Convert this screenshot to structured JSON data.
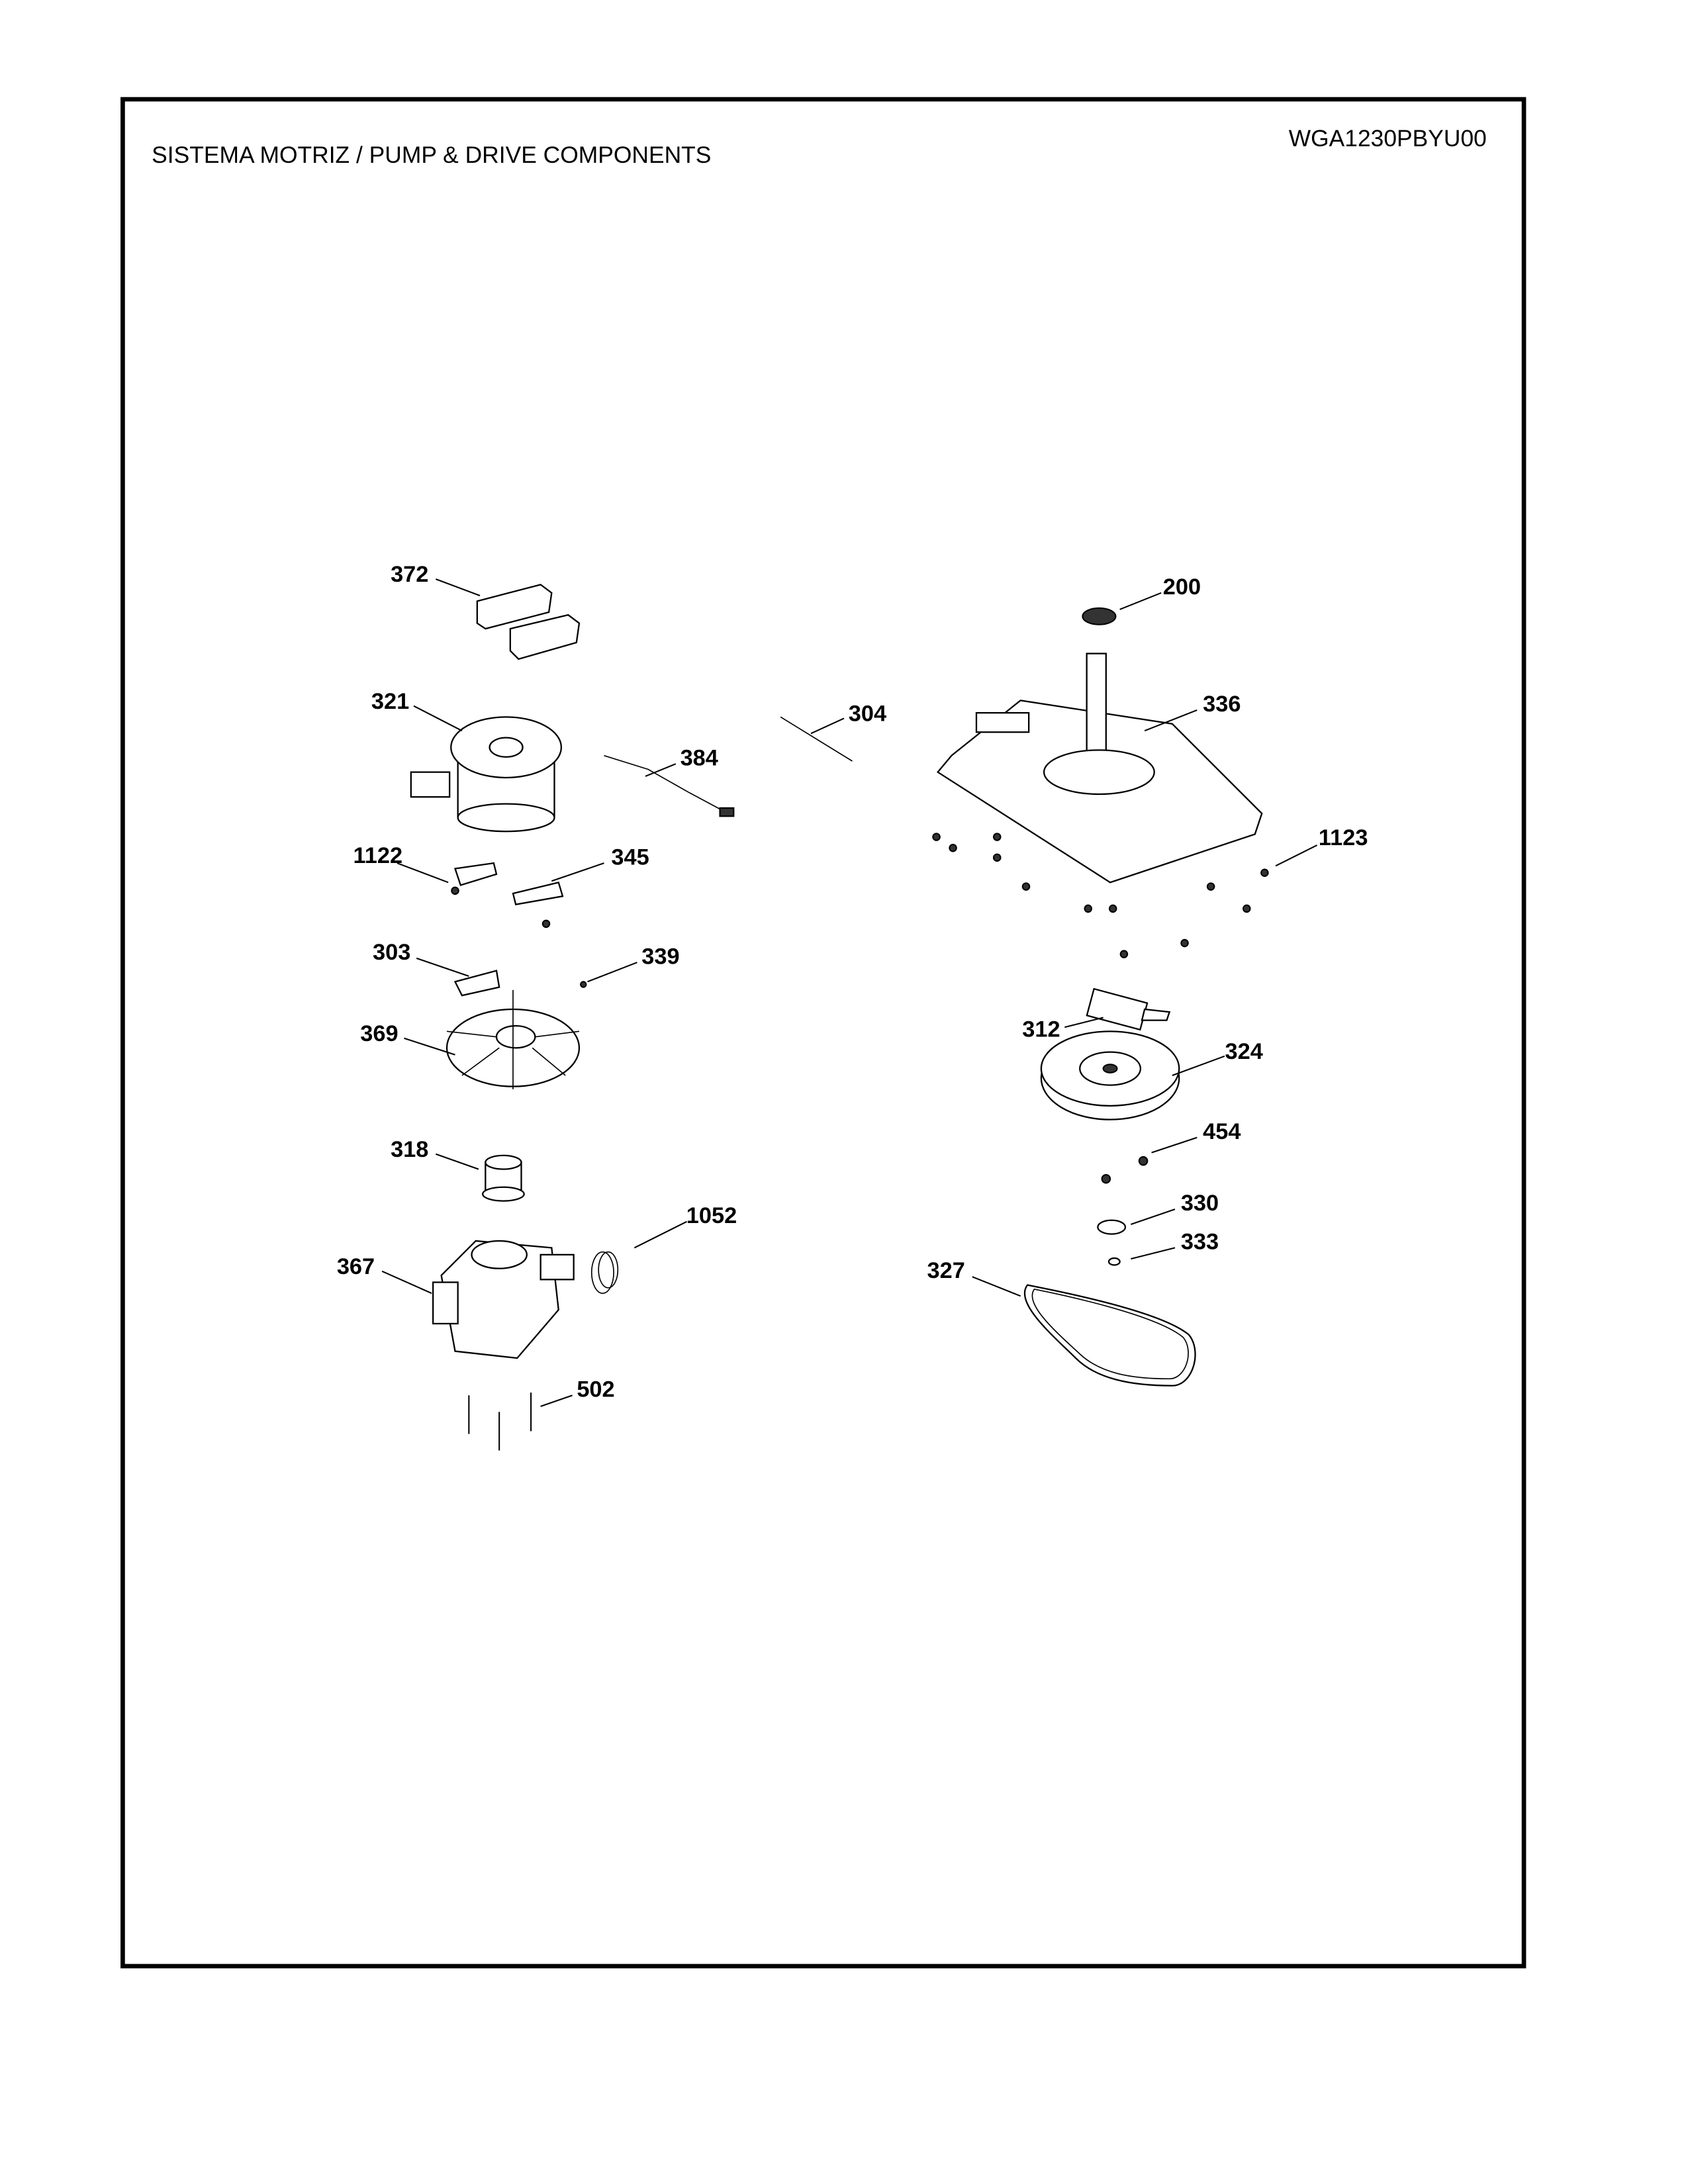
{
  "header": {
    "title": "SISTEMA MOTRIZ / PUMP  &  DRIVE COMPONENTS",
    "model": "WGA1230PBYU00"
  },
  "callouts": {
    "c372": "372",
    "c321": "321",
    "c384": "384",
    "c304": "304",
    "c336": "336",
    "c200": "200",
    "c1122": "1122",
    "c345": "345",
    "c1123": "1123",
    "c303": "303",
    "c339": "339",
    "c369": "369",
    "c312": "312",
    "c324": "324",
    "c454": "454",
    "c318": "318",
    "c330": "330",
    "c1052": "1052",
    "c333": "333",
    "c367": "367",
    "c327": "327",
    "c502": "502"
  }
}
